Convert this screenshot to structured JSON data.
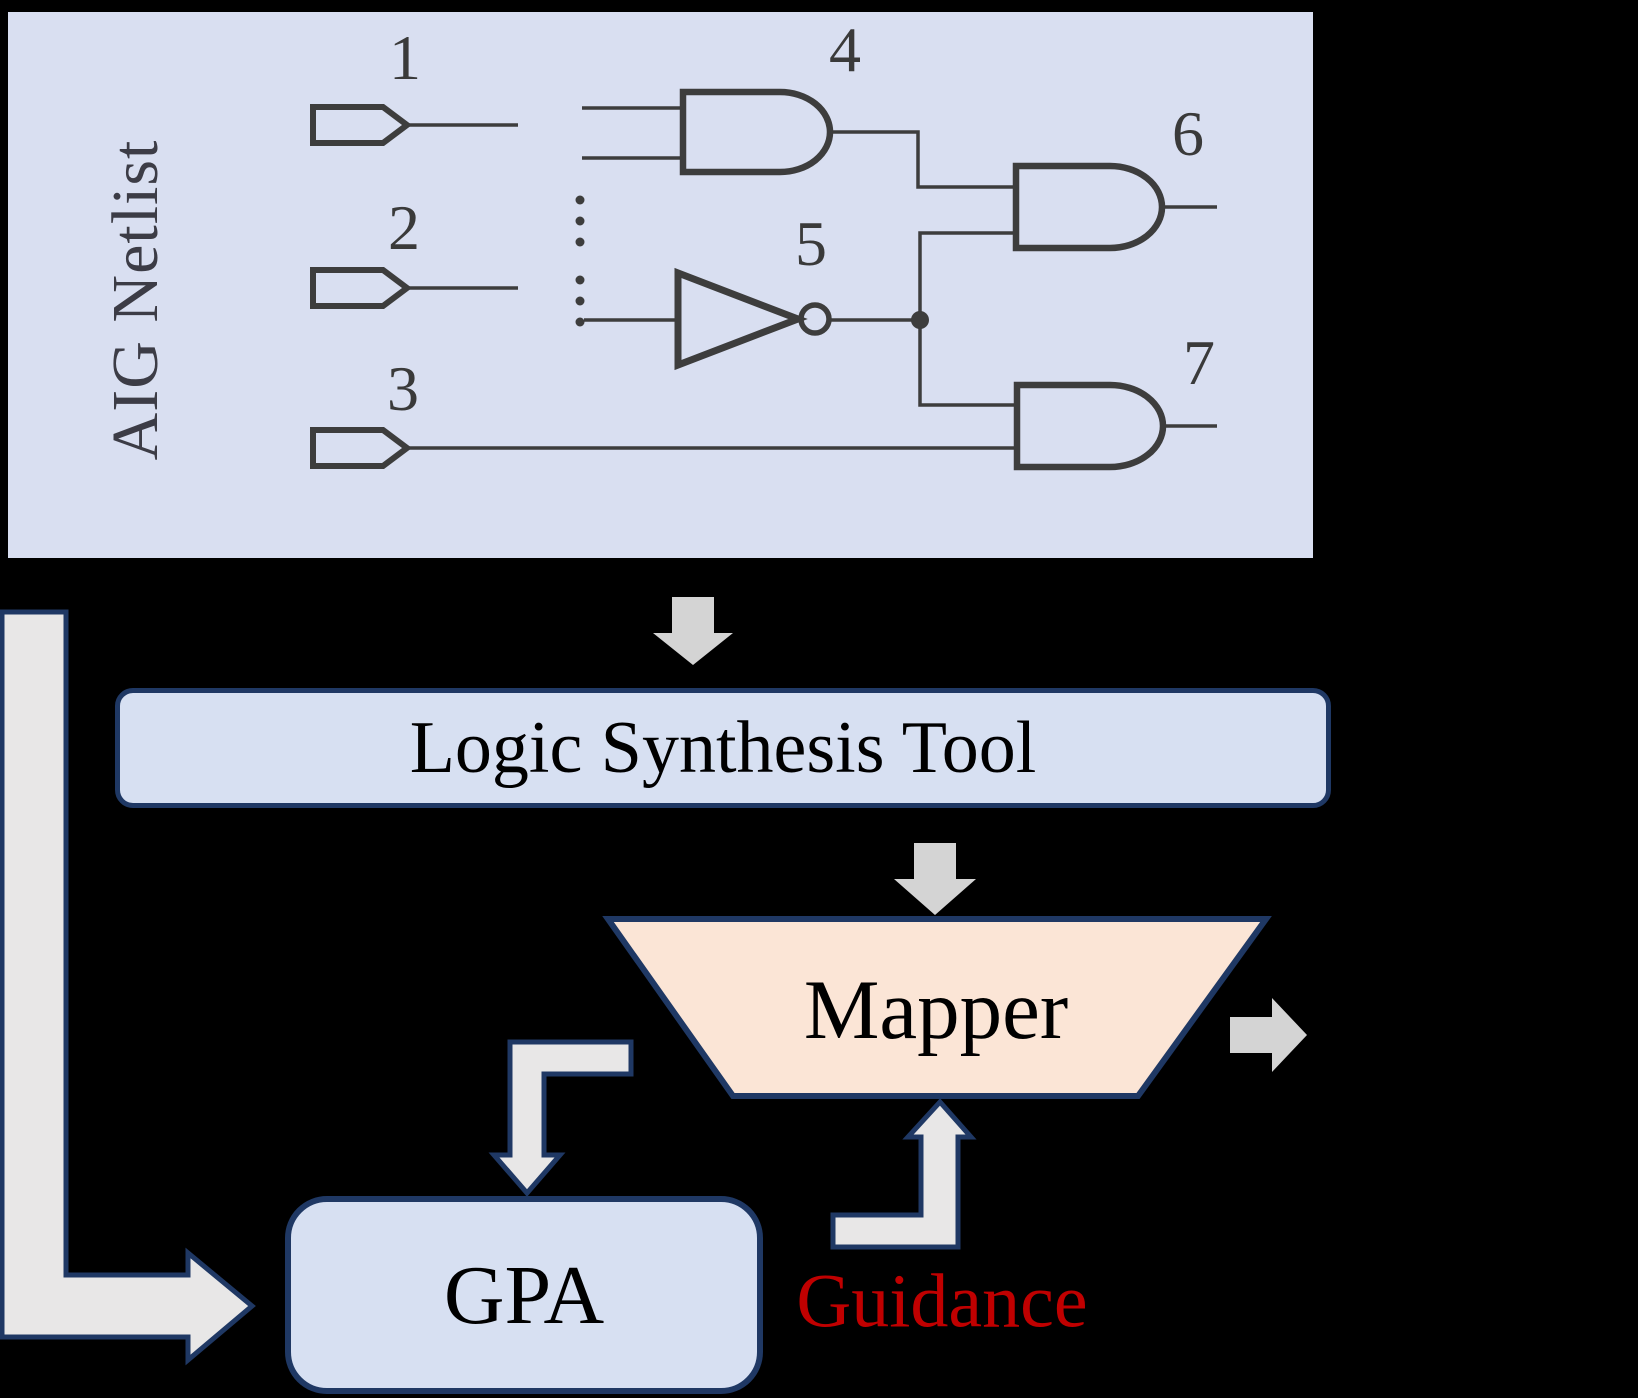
{
  "figure": {
    "background_color": "#000000",
    "aig_panel": {
      "title": "AIG Netlist",
      "node_labels": [
        "1",
        "2",
        "3",
        "4",
        "5",
        "6",
        "7"
      ],
      "panel_fill": "#d9dff1",
      "circuit_stroke": "#3d3d3d"
    },
    "blocks": {
      "synthesis": "Logic Synthesis Tool",
      "mapper": "Mapper",
      "gpa": "GPA"
    },
    "annotations": {
      "guidance": "Guidance",
      "guidance_color": "#c00000"
    },
    "colors": {
      "box_fill": "#d7e0f2",
      "box_border": "#1f3864",
      "mapper_fill": "#fbe5d6",
      "plain_arrow_gray": "#d4d4d4",
      "elbow_arrow_gray": "#e8e7e7"
    }
  }
}
